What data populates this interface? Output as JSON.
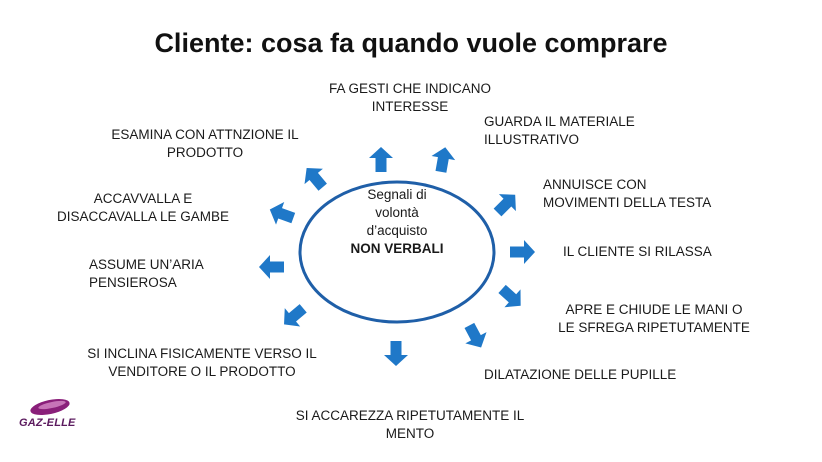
{
  "title": "Cliente: cosa fa quando vuole comprare",
  "center": {
    "line1": "Segnali di",
    "line2": "volontà",
    "line3": "d’acquisto",
    "line4": "NON VERBALI"
  },
  "labels": {
    "gesti": [
      "FA GESTI CHE INDICANO",
      "INTERESSE"
    ],
    "materiale": [
      "GUARDA IL MATERIALE",
      "ILLUSTRATIVO"
    ],
    "annuisce": [
      "ANNUISCE CON",
      "MOVIMENTI DELLA TESTA"
    ],
    "rilassa": [
      "IL CLIENTE SI RILASSA"
    ],
    "mani": [
      "APRE E CHIUDE LE MANI O",
      "LE SFREGA RIPETUTAMENTE"
    ],
    "pupille": [
      "DILATAZIONE DELLE PUPILLE"
    ],
    "mento": [
      "SI ACCAREZZA RIPETUTAMENTE IL",
      "MENTO"
    ],
    "inclina": [
      "SI INCLINA FISICAMENTE VERSO IL",
      "VENDITORE O IL PRODOTTO"
    ],
    "pensierosa": [
      "ASSUME UN’ARIA",
      "PENSIEROSA"
    ],
    "gambe": [
      "ACCAVVALLA E",
      "DISACCAVALLA LE GAMBE"
    ],
    "esamina": [
      "ESAMINA CON ATTNZIONE IL",
      "PRODOTTO"
    ]
  },
  "logo": {
    "text": "GAZ-ELLE"
  },
  "colors": {
    "arrow": "#1f78c8",
    "ellipse": "#1f5fa8",
    "logo": "#8a1f7a"
  }
}
